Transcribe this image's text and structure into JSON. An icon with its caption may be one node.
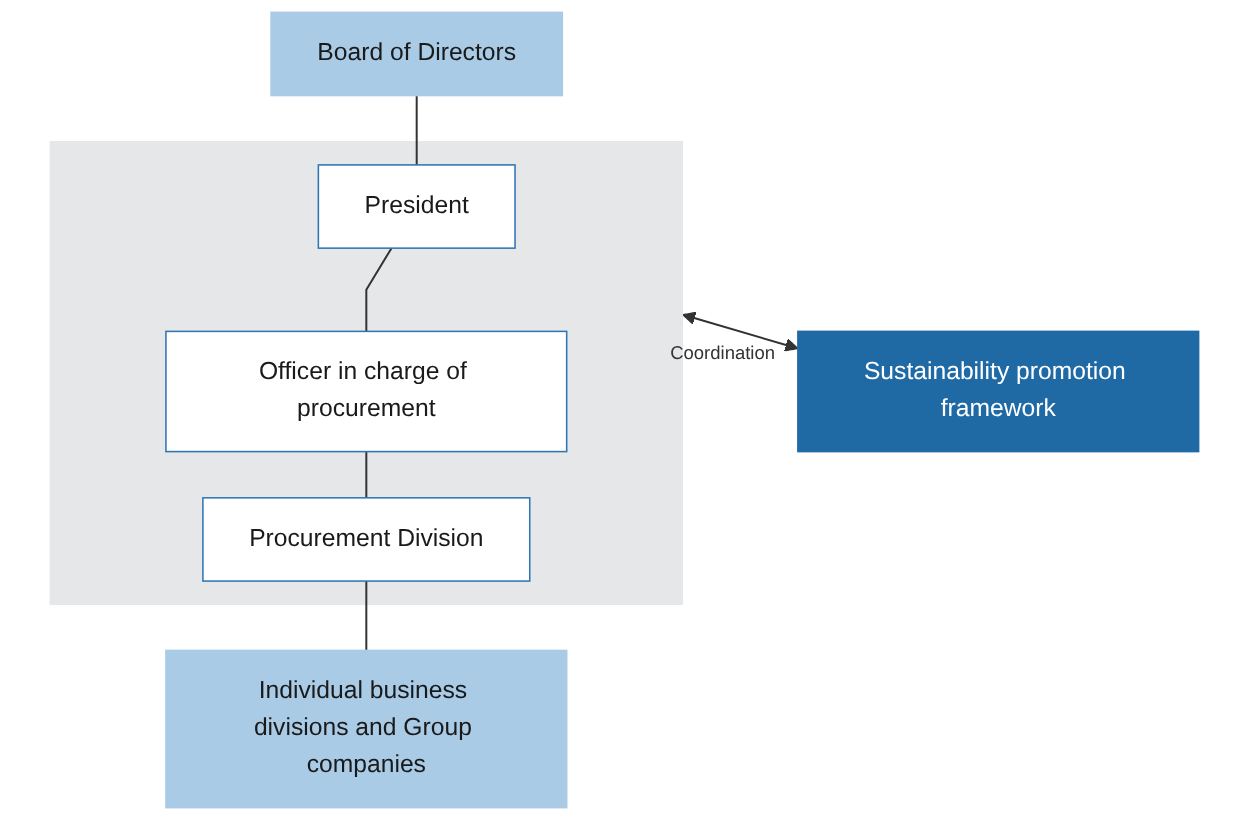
{
  "diagram": {
    "nodes": [
      {
        "text": [
          "Board of Directors"
        ]
      },
      {
        "text": [],
        "shape": "box"
      },
      {
        "text": [
          "President"
        ],
        "in": 1
      },
      {
        "text": [
          "Officer in charge of procurement"
        ],
        "in": 1
      },
      {
        "text": [
          "Procurement Division"
        ],
        "in": 1
      },
      {
        "text": [
          "Sustainability promotion framework"
        ]
      },
      {
        "text": [
          "Individual business divisions and Group companies"
        ]
      }
    ],
    "edges": [
      {
        "from": 0,
        "to": 2,
        "arrow": "none"
      },
      {
        "from": 2,
        "to": 3,
        "arrow": "none"
      },
      {
        "from": 3,
        "to": 4,
        "arrow": "none"
      },
      {
        "from": 4,
        "to": 6,
        "arrow": "none"
      },
      {
        "from": 1,
        "to": 5,
        "label": "Coordination",
        "arrow": "both"
      }
    ]
  }
}
